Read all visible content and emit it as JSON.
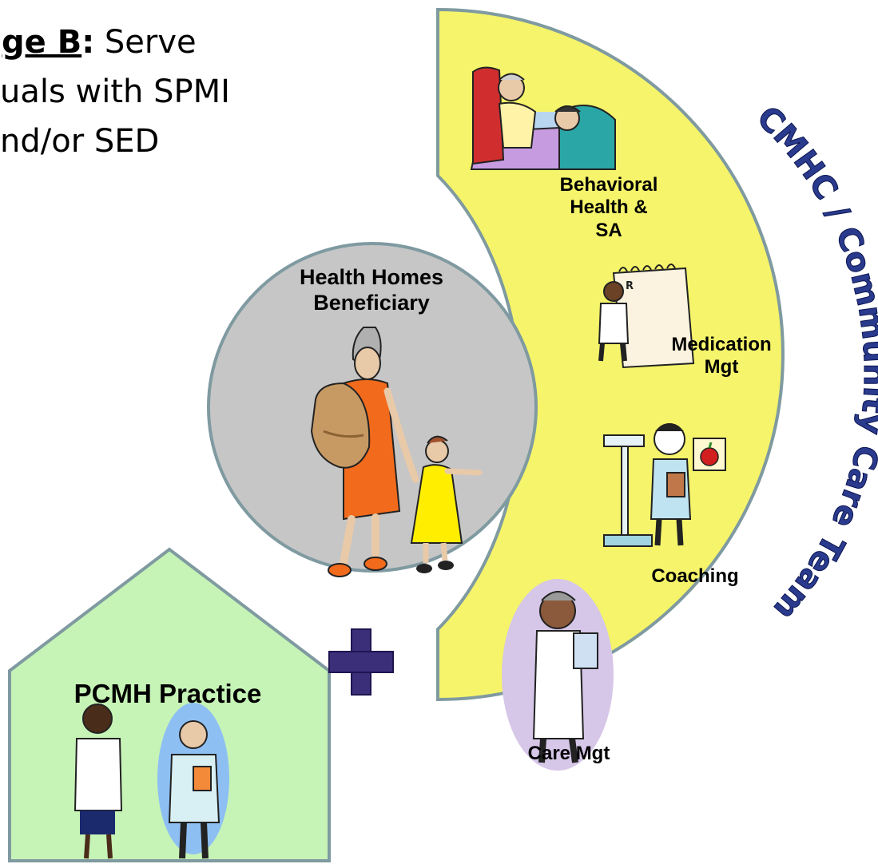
{
  "title": {
    "lines": [
      "ge B: Serve",
      "uals with SPMI",
      "nd/or SED"
    ],
    "lead": "ge B",
    "colon": ":",
    "line1_rest": " Serve"
  },
  "arc_caption": "CMHC / Community Care Team",
  "beneficiary": {
    "lines": [
      "Health Homes",
      "Beneficiary"
    ]
  },
  "services": {
    "behavioral": [
      "Behavioral",
      "Health &",
      "SA"
    ],
    "medication": [
      "Medication",
      "Mgt"
    ],
    "coaching": "Coaching",
    "care": "Care Mgt"
  },
  "practice": {
    "label": "PCMH Practice"
  },
  "colors": {
    "arc_fill": "#f5f46a",
    "arc_stroke": "#7f9aa0",
    "circle_fill": "#c6c6c6",
    "house_fill": "#c6f3b6",
    "plus": "#3b2f7a",
    "arc_text": "#2a3a8c"
  }
}
